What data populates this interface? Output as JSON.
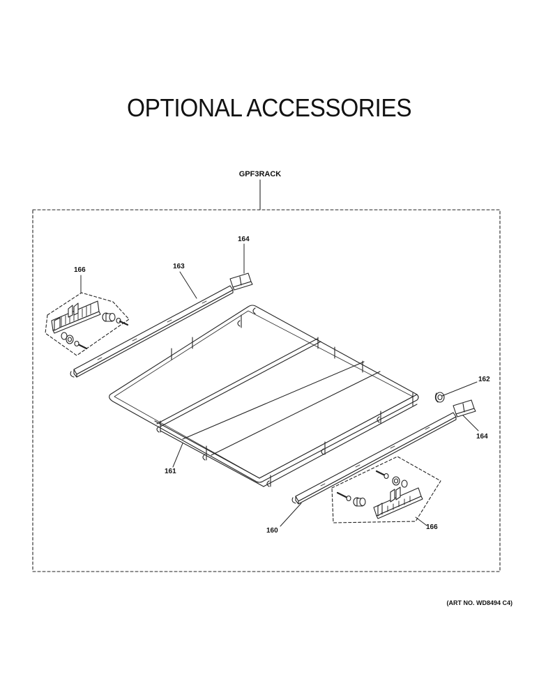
{
  "title": "OPTIONAL ACCESSORIES",
  "kit_label": "GPF3RACK",
  "callouts": {
    "c164_top": "164",
    "c166_left": "166",
    "c163": "163",
    "c162": "162",
    "c164_right": "164",
    "c161": "161",
    "c160": "160",
    "c166_right": "166"
  },
  "art_number": "(ART NO. WD8494 C4)"
}
